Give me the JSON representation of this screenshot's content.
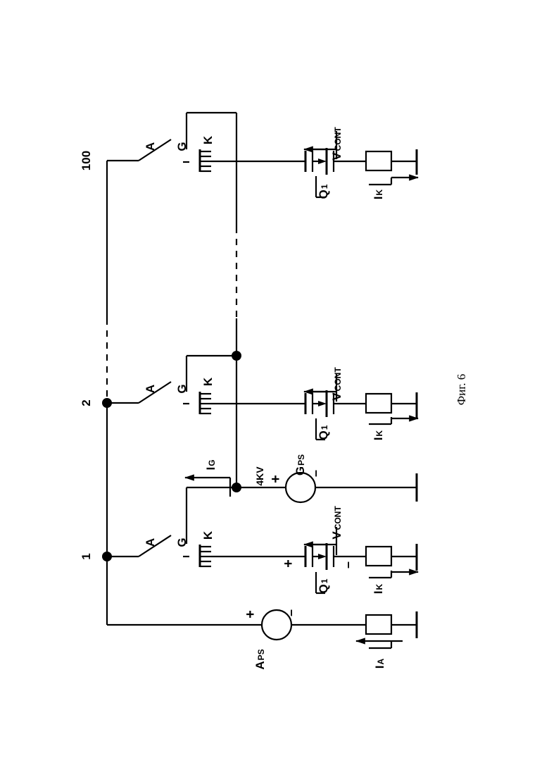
{
  "nodes": {
    "n1": "1",
    "n2": "2",
    "n100": "100"
  },
  "device": {
    "anode": "A",
    "gate": "G",
    "cathode": "K"
  },
  "mosfet": {
    "name": "Q",
    "name_sub": "1",
    "vcont": "V",
    "vcont_sub": "CONT",
    "plus": "+",
    "minus": "–"
  },
  "currents": {
    "ik": "I",
    "ik_sub": "K",
    "ia": "I",
    "ia_sub": "A",
    "ig": "I",
    "ig_sub": "G"
  },
  "anode_supply": {
    "name": "A",
    "name_sub": "PS",
    "plus": "+",
    "minus": "–"
  },
  "gate_supply": {
    "name": "G",
    "name_sub": "PS",
    "plus": "+",
    "minus": "–",
    "voltage": "4KV"
  },
  "caption": "Фиг. 6"
}
